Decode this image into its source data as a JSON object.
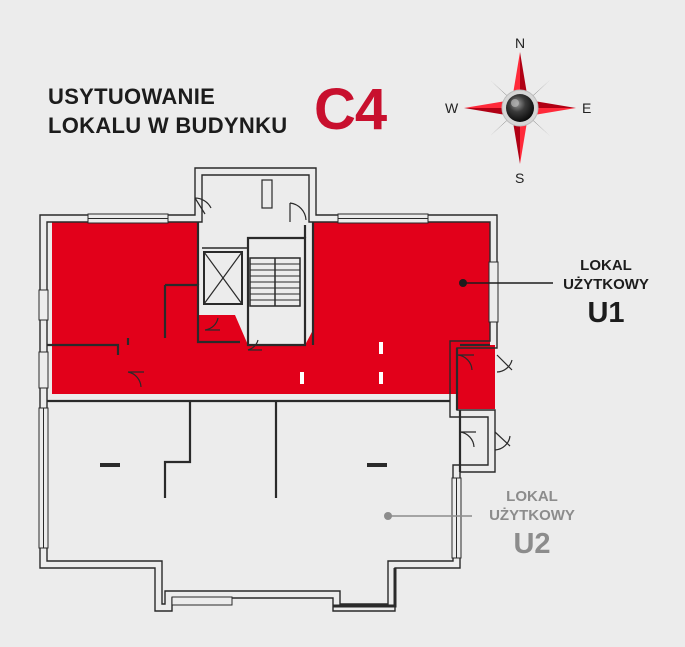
{
  "title": {
    "line1": "USYTUOWANIE",
    "line2": "LOKALU W BUDYNKU",
    "building": "C4"
  },
  "compass": {
    "north": "N",
    "south": "S",
    "east": "E",
    "west": "W"
  },
  "units": [
    {
      "line1": "LOKAL",
      "line2": "UŻYTKOWY",
      "code": "U1",
      "highlighted": true
    },
    {
      "line1": "LOKAL",
      "line2": "UŻYTKOWY",
      "code": "U2",
      "highlighted": false
    }
  ],
  "colors": {
    "highlight": "#e2001a",
    "wall": "#2a2a2a",
    "background": "#ececec",
    "inactive_label": "#8c8c8c"
  }
}
